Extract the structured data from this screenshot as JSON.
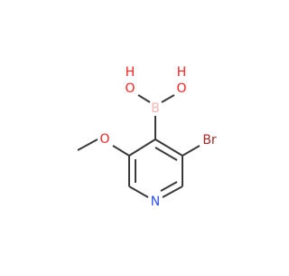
{
  "molecule": {
    "atoms": {
      "oh_left_o": "O",
      "oh_left_h": "H",
      "oh_right_o": "O",
      "oh_right_h": "H",
      "boron": "B",
      "methoxy_o": "O",
      "bromine": "Br",
      "nitrogen": "N"
    }
  },
  "colors": {
    "bond": "#3a3a3a",
    "oxygen": "#ff1f1f",
    "boron": "#ffb5b5",
    "bromine": "#a62929",
    "nitrogen": "#3050f8"
  }
}
